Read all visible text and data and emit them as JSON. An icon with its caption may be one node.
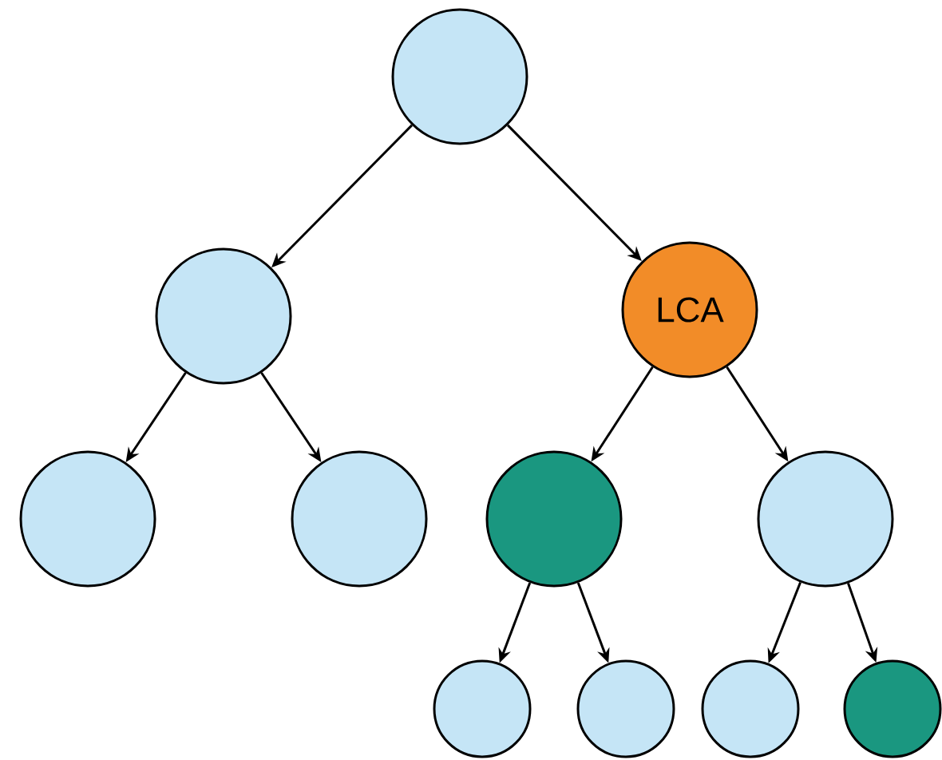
{
  "diagram": {
    "nodes": [
      {
        "text": [],
        "shape": "circle"
      },
      {
        "text": [],
        "shape": "circle"
      },
      {
        "text": [
          "LCA"
        ]
      },
      {
        "text": [],
        "shape": "circle"
      },
      {
        "text": [],
        "shape": "circle"
      },
      {
        "text": [],
        "shape": "circle"
      },
      {
        "text": [],
        "shape": "circle"
      },
      {
        "text": [],
        "shape": "circle"
      },
      {
        "text": [],
        "shape": "circle"
      },
      {
        "text": [],
        "shape": "circle"
      },
      {
        "text": [],
        "shape": "circle"
      }
    ],
    "edges": [
      {
        "from": 0,
        "to": 1,
        "arrow": "to"
      },
      {
        "from": 0,
        "to": 2,
        "arrow": "to"
      },
      {
        "from": 1,
        "to": 3,
        "arrow": "to"
      },
      {
        "from": 1,
        "to": 4,
        "arrow": "to"
      },
      {
        "from": 2,
        "to": 5,
        "arrow": "to"
      },
      {
        "from": 2,
        "to": 6,
        "arrow": "to"
      },
      {
        "from": 5,
        "to": 7,
        "arrow": "to"
      },
      {
        "from": 5,
        "to": 8,
        "arrow": "to"
      },
      {
        "from": 6,
        "to": 9,
        "arrow": "to"
      },
      {
        "from": 6,
        "to": 10,
        "arrow": "to"
      }
    ]
  }
}
